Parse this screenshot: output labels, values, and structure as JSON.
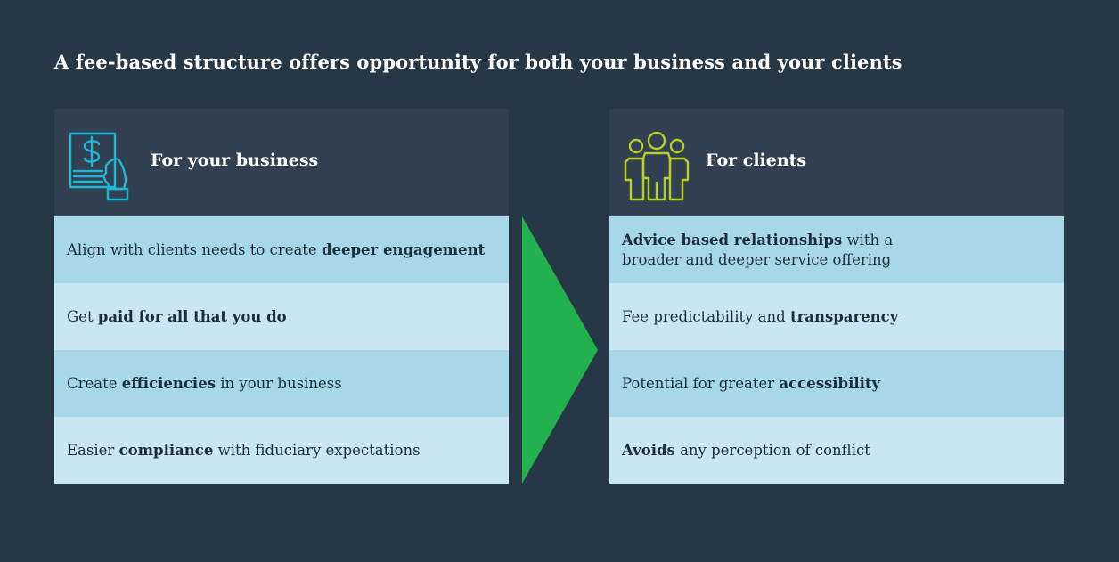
{
  "title": "A fee-based structure offers opportunity for both your business and your clients",
  "colors": {
    "background": "#263746",
    "panel_header": "#314151",
    "row_dark": "#a7d8e7",
    "row_light": "#c9e6f1",
    "arrow": "#22b14c",
    "business_icon": "#1fb7d6",
    "clients_icon": "#b9cf2a"
  },
  "left_panel": {
    "icon": "dollar-document-hand-icon",
    "heading": "For your business",
    "rows": [
      {
        "before": "Align with clients needs to create ",
        "bold": "deeper engagement",
        "after": ""
      },
      {
        "before": "Get ",
        "bold": "paid for all that you do",
        "after": ""
      },
      {
        "before": "Create ",
        "bold": "efficiencies",
        "after": " in your business"
      },
      {
        "before": "Easier ",
        "bold": "compliance",
        "after": " with fiduciary expectations"
      }
    ]
  },
  "right_panel": {
    "icon": "people-group-icon",
    "heading": "For clients",
    "rows": [
      {
        "before": "",
        "bold": "Advice based relationships",
        "after": " with a broader and deeper service offering"
      },
      {
        "before": "Fee predictability and ",
        "bold": "transparency",
        "after": ""
      },
      {
        "before": "Potential for greater ",
        "bold": "accessibility",
        "after": ""
      },
      {
        "before": "",
        "bold": "Avoids",
        "after": " any perception of conflict"
      }
    ]
  }
}
